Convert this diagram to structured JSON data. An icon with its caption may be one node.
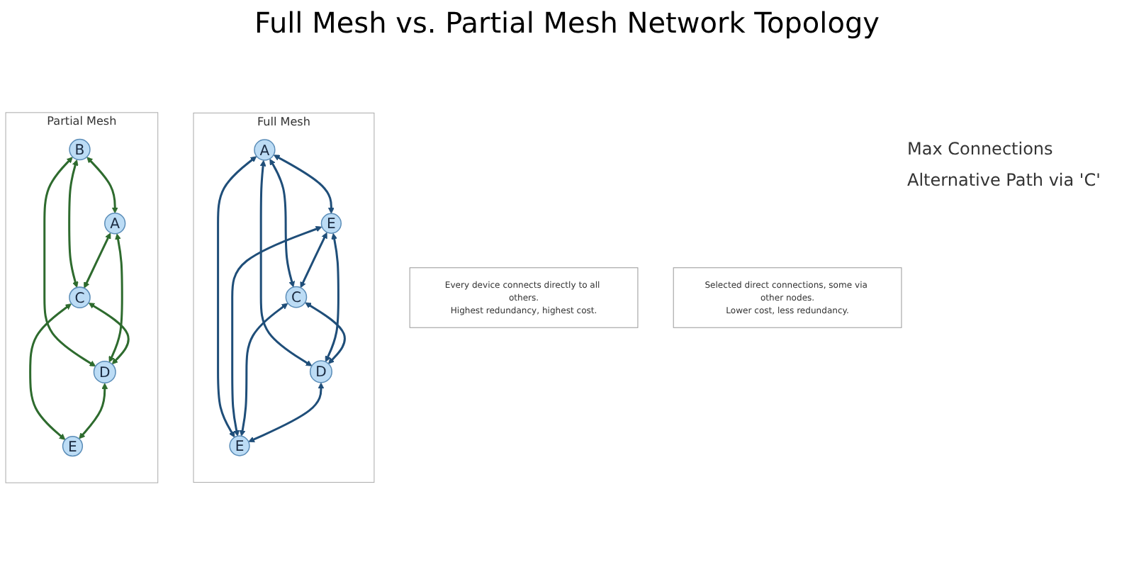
{
  "diagram": {
    "title": "Full Mesh vs. Partial Mesh Network Topology",
    "nodes": [
      {
        "text": [
          "Full Mesh"
        ]
      },
      {
        "text": [
          "A"
        ],
        "in": 0
      },
      {
        "text": [
          "E"
        ],
        "in": 0
      },
      {
        "text": [
          "C"
        ],
        "in": 0
      },
      {
        "text": [
          "D"
        ],
        "in": 0
      },
      {
        "text": [
          "E"
        ],
        "in": 0
      },
      {
        "text": [
          "Partial Mesh"
        ]
      },
      {
        "text": [
          "B"
        ],
        "in": 6
      },
      {
        "text": [
          "A"
        ],
        "in": 6
      },
      {
        "text": [
          "C"
        ],
        "in": 6
      },
      {
        "text": [
          "D"
        ],
        "in": 6
      },
      {
        "text": [
          "E"
        ],
        "in": 6
      },
      {
        "text": [
          "Every device connects directly to all others.",
          "Highest redundancy, highest cost."
        ]
      },
      {
        "text": [
          "Selected direct connections, some via other nodes.",
          "Lower cost, less redundancy."
        ]
      }
    ],
    "edges": [
      {
        "from": 1,
        "to": 2,
        "arrow": "both",
        "color": "#1f4e79"
      },
      {
        "from": 1,
        "to": 3,
        "arrow": "both",
        "color": "#1f4e79"
      },
      {
        "from": 1,
        "to": 4,
        "arrow": "both",
        "color": "#1f4e79"
      },
      {
        "from": 1,
        "to": 5,
        "arrow": "both",
        "color": "#1f4e79"
      },
      {
        "from": 2,
        "to": 3,
        "arrow": "both",
        "color": "#1f4e79"
      },
      {
        "from": 2,
        "to": 4,
        "arrow": "both",
        "color": "#1f4e79"
      },
      {
        "from": 2,
        "to": 5,
        "arrow": "both",
        "color": "#1f4e79"
      },
      {
        "from": 3,
        "to": 4,
        "arrow": "both",
        "color": "#1f4e79"
      },
      {
        "from": 3,
        "to": 5,
        "arrow": "both",
        "color": "#1f4e79"
      },
      {
        "from": 4,
        "to": 5,
        "arrow": "both",
        "color": "#1f4e79"
      },
      {
        "from": 7,
        "to": 8,
        "arrow": "both",
        "color": "#2e6b2e"
      },
      {
        "from": 7,
        "to": 9,
        "arrow": "both",
        "color": "#2e6b2e"
      },
      {
        "from": 7,
        "to": 10,
        "arrow": "both",
        "color": "#2e6b2e"
      },
      {
        "from": 8,
        "to": 9,
        "arrow": "both",
        "color": "#2e6b2e"
      },
      {
        "from": 8,
        "to": 10,
        "arrow": "both",
        "color": "#2e6b2e"
      },
      {
        "from": 9,
        "to": 10,
        "arrow": "both",
        "color": "#2e6b2e"
      },
      {
        "from": 9,
        "to": 11,
        "arrow": "both",
        "color": "#2e6b2e"
      },
      {
        "from": 10,
        "to": 11,
        "arrow": "both",
        "color": "#2e6b2e"
      }
    ],
    "labels": [
      "Max Connections",
      "Alternative Path via 'C'"
    ]
  }
}
